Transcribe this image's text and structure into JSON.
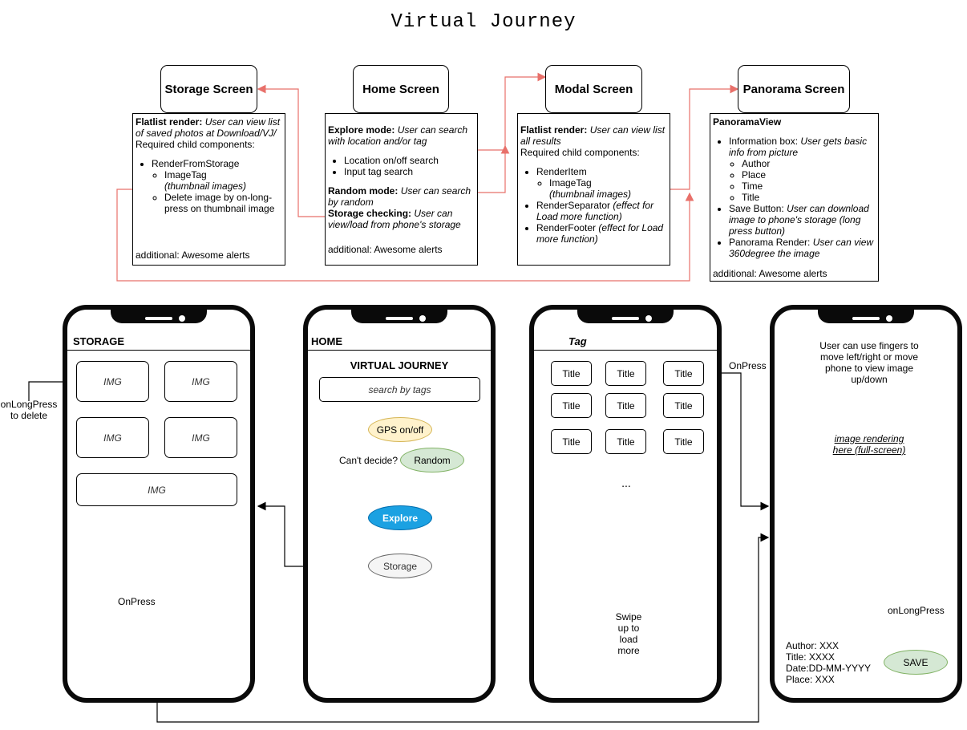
{
  "title": "Virtual Journey",
  "screens": {
    "storage": "Storage Screen",
    "home": "Home Screen",
    "modal": "Modal Screen",
    "panorama": "Panorama Screen"
  },
  "storage_desc": {
    "flatlist_label": "Flatlist render:",
    "flatlist_text": "User can view list of saved photos at Download/VJ/",
    "required": "Required child components:",
    "item1": "RenderFromStorage",
    "sub1": "ImageTag",
    "sub1_note": "(thumbnail images)",
    "sub2": "Delete image by on-long-press on thumbnail image",
    "additional": "additional: Awesome alerts"
  },
  "home_desc": {
    "explore_label": "Explore mode:",
    "explore_text": "User can search with location and/or tag",
    "item1": "Location on/off search",
    "item2": "Input tag search",
    "random_label": "Random mode:",
    "random_text": "User can search by random",
    "storage_label": "Storage checking:",
    "storage_text": "User can view/load from phone's storage",
    "additional": "additional: Awesome alerts"
  },
  "modal_desc": {
    "flatlist_label": "Flatlist render:",
    "flatlist_text": "User can view list all results",
    "required": "Required child components:",
    "item1": "RenderItem",
    "sub1": "ImageTag",
    "sub1_note": "(thumbnail images)",
    "item2": "RenderSeparator",
    "item2_note": "(effect for Load more function)",
    "item3": "RenderFooter",
    "item3_note": "(effect for Load more function)"
  },
  "panorama_desc": {
    "header": "PanoramaView",
    "item1": "Information box:",
    "item1_text": "User gets basic info from picture",
    "sub1": "Author",
    "sub2": "Place",
    "sub3": "Time",
    "sub4": "Title",
    "item2": "Save Button:",
    "item2_text": "User can download image to phone's storage (long press button)",
    "item3": "Panorama Render:",
    "item3_text": "User can view 360degree the image",
    "additional": "additional: Awesome alerts"
  },
  "phone_storage": {
    "header": "STORAGE",
    "img": "IMG",
    "onpress": "OnPress"
  },
  "phone_home": {
    "header": "HOME",
    "app_title": "VIRTUAL JOURNEY",
    "search_placeholder": "search by tags",
    "gps": "GPS on/off",
    "cant_decide": "Can't decide?",
    "random": "Random",
    "explore": "Explore",
    "storage": "Storage"
  },
  "phone_modal": {
    "header": "Tag",
    "tag": "Title",
    "ellipsis": "...",
    "swipe": "Swipe up to load more",
    "onpress": "OnPress"
  },
  "phone_panorama": {
    "instructions": "User can use fingers to move left/right or move phone to view image up/down",
    "render_text": "image rendering here (full-screen)",
    "author": "Author: XXX",
    "title": "Title: XXXX",
    "date": "Date:DD-MM-YYYY",
    "place": "Place: XXX",
    "onlongpress": "onLongPress",
    "save": "SAVE"
  },
  "side_label": "onLongPress to delete",
  "colors": {
    "red_arrow": "#e8706a",
    "explore_fill": "#1ba1e2",
    "gps_fill": "#fff2cc",
    "random_fill": "#d5e8d4",
    "storage_fill": "#f5f5f5",
    "save_fill": "#d5e8d4"
  }
}
